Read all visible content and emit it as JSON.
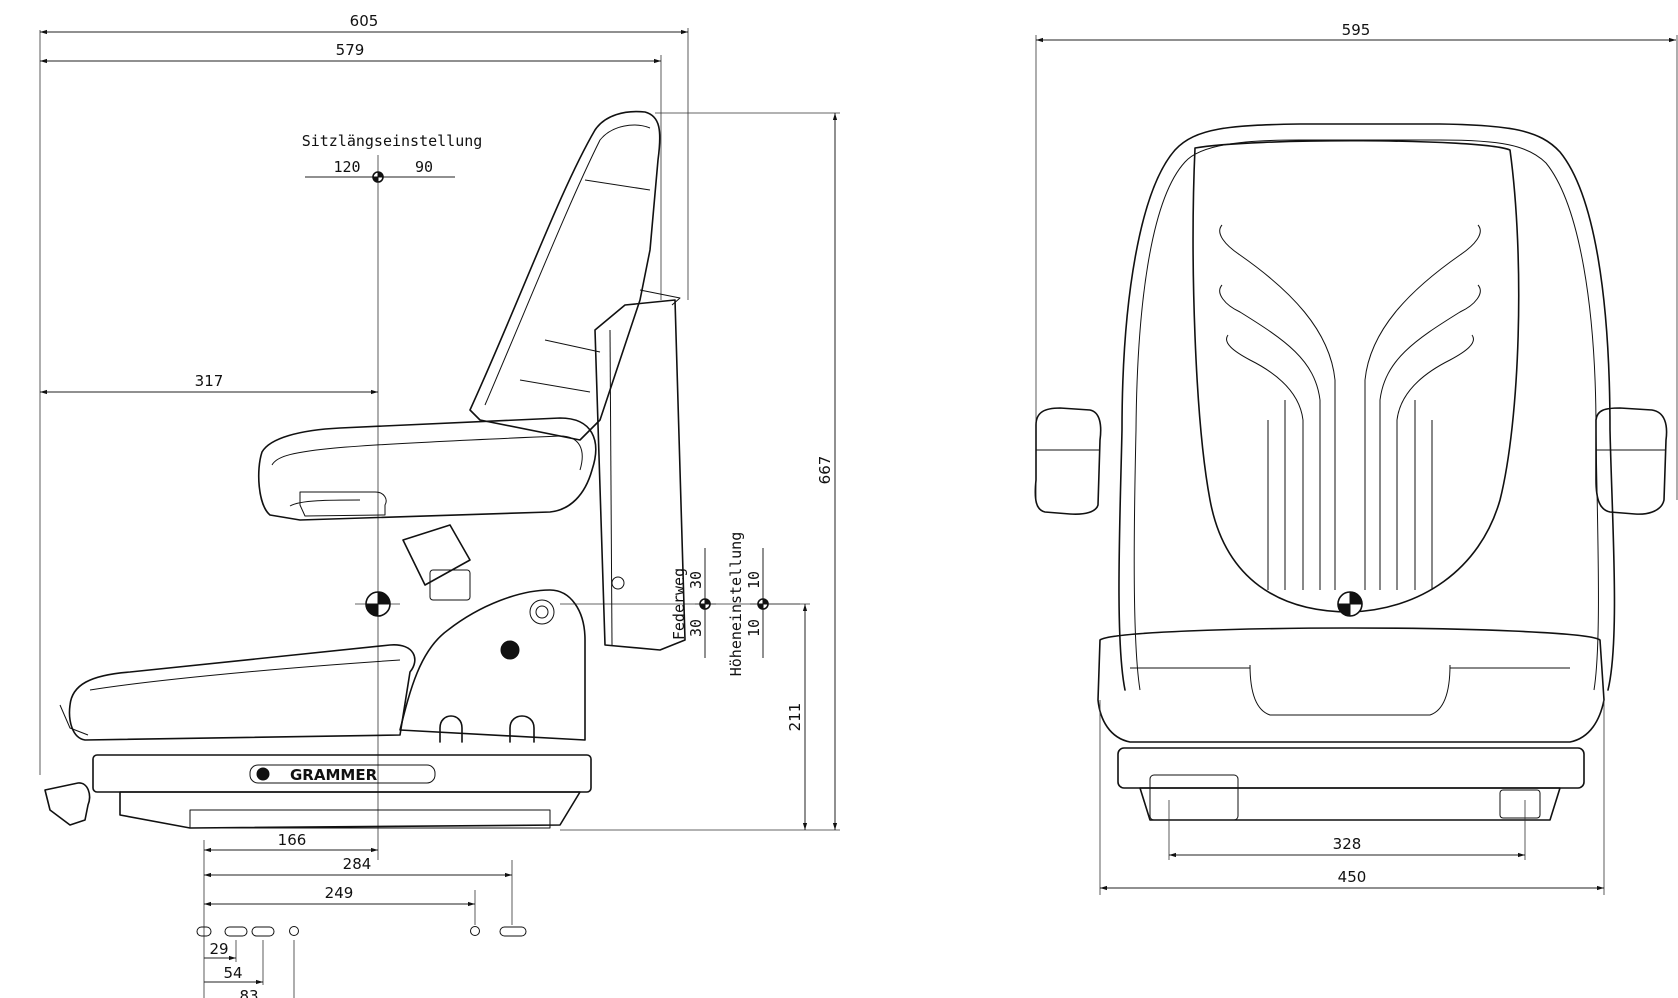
{
  "side_view": {
    "overall_length_label": "605",
    "length_to_backrest_label": "579",
    "fore_aft_title": "Sitzlängseinstellung",
    "fore_aft_back_label": "120",
    "fore_aft_forward_label": "90",
    "cog_to_front_label": "317",
    "overall_height_label": "667",
    "cog_height_label": "211",
    "suspension_title": "Federweg",
    "suspension_up_label": "30",
    "suspension_down_label": "30",
    "height_adjust_title": "Höheneinstellung",
    "height_adjust_up_label": "10",
    "height_adjust_down_label": "10",
    "rail_mount_label": "166",
    "cog_mount_label": "284",
    "hole_spacing_label": "249",
    "slot_1_label": "29",
    "slot_2_label": "54",
    "slot_3_label": "83",
    "brand_text": "GRAMMER"
  },
  "front_view": {
    "overall_width_label": "595",
    "rail_spacing_label": "328",
    "base_width_label": "450"
  }
}
